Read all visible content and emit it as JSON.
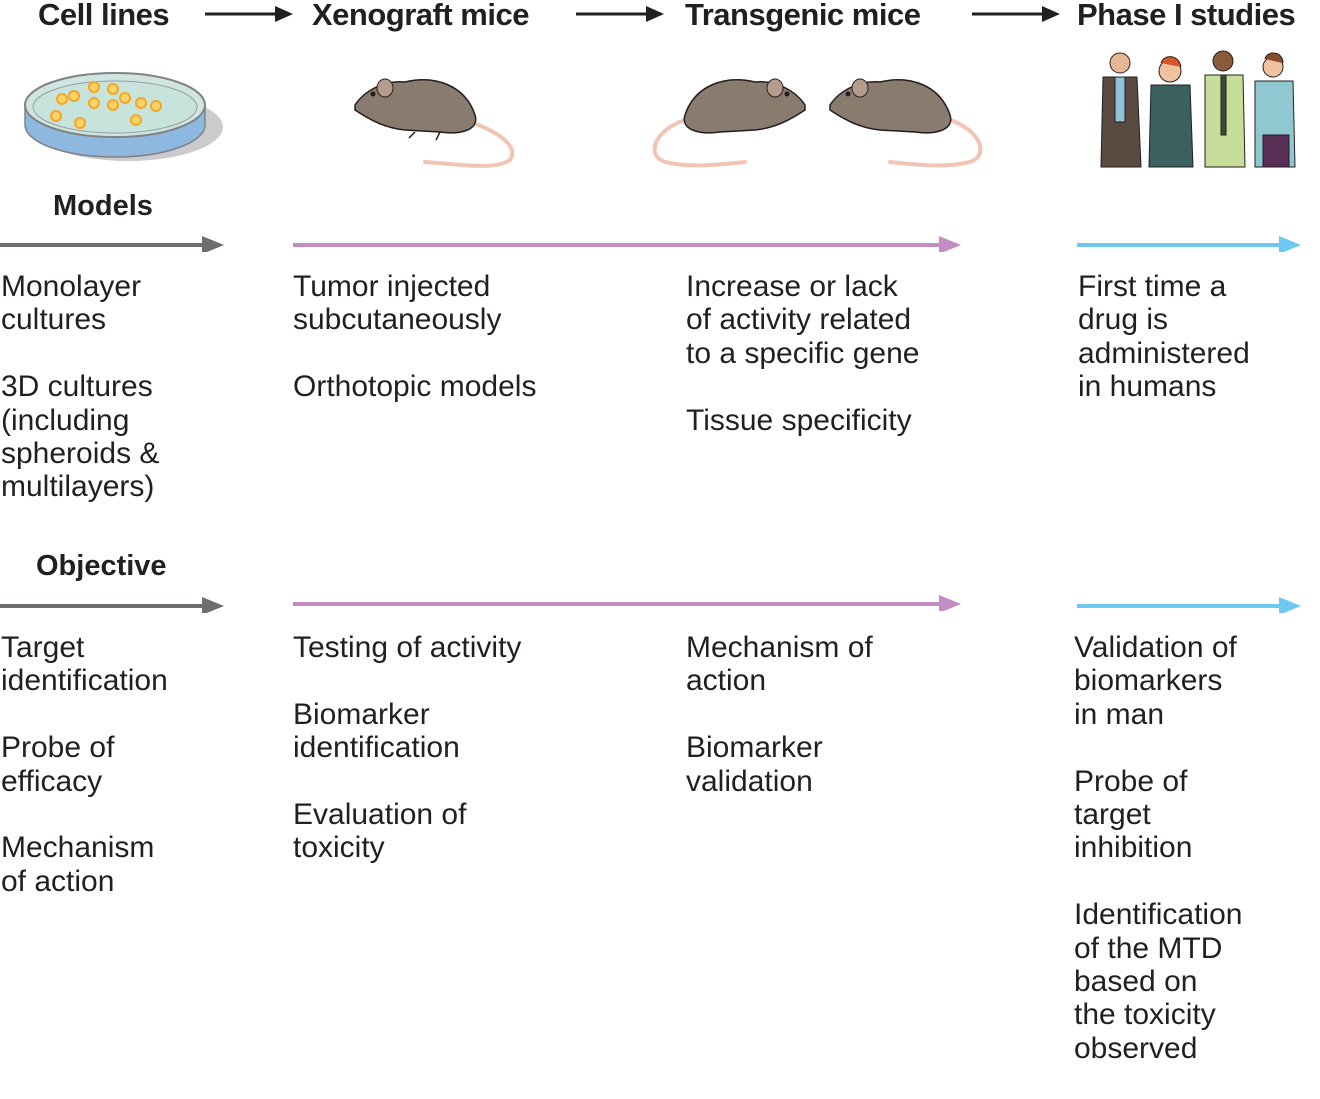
{
  "stages": [
    {
      "label": "Cell lines",
      "illustration": "petri-dish-icon"
    },
    {
      "label": "Xenograft mice",
      "illustration": "mouse-icon"
    },
    {
      "label": "Transgenic mice",
      "illustration": "two-mice-icon"
    },
    {
      "label": "Phase I studies",
      "illustration": "people-group-icon"
    }
  ],
  "colors": {
    "cell_lines_arrow": "#6d6e71",
    "mice_arrow": "#c38dc3",
    "phase1_arrow": "#6dc9f0",
    "text": "#231f20"
  },
  "models": {
    "label": "Models",
    "cell_lines": [
      "Monolayer\ncultures",
      "3D cultures\n(including\nspheroids &\nmultilayers)"
    ],
    "xenograft": [
      "Tumor injected\nsubcutaneously",
      "Orthotopic models"
    ],
    "transgenic": [
      "Increase or lack\nof activity related\nto a specific gene",
      "Tissue specificity"
    ],
    "phase1": [
      "First time a\ndrug is\nadministered\nin humans"
    ]
  },
  "objective": {
    "label": "Objective",
    "cell_lines": [
      "Target\nidentification",
      "Probe of\nefficacy",
      "Mechanism\nof action"
    ],
    "xenograft": [
      "Testing of activity",
      "Biomarker\nidentification",
      "Evaluation of\ntoxicity"
    ],
    "transgenic": [
      "Mechanism of\naction",
      "Biomarker\nvalidation"
    ],
    "phase1": [
      "Validation of\nbiomarkers\nin man",
      "Probe of\ntarget\ninhibition",
      "Identification\nof the MTD\nbased on\nthe toxicity\nobserved"
    ]
  }
}
